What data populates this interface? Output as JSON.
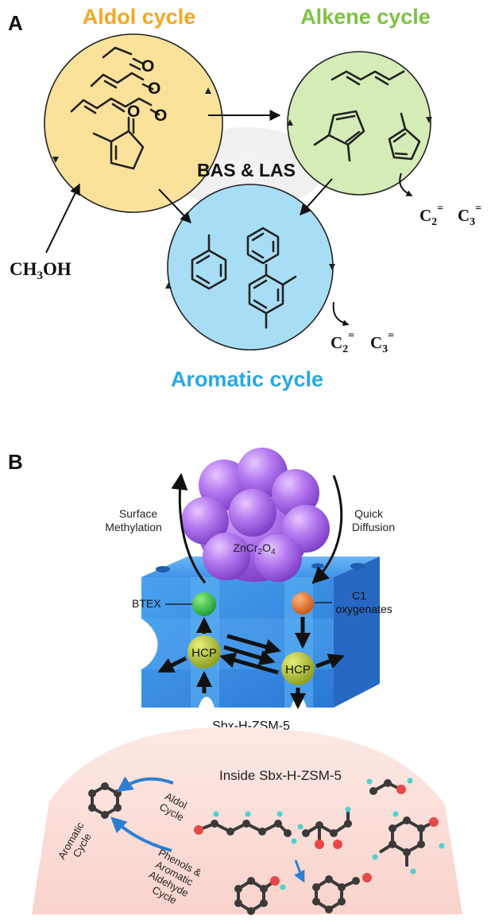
{
  "panel_a": {
    "panel_label": "A",
    "aldol_title": "Aldol cycle",
    "alkene_title": "Alkene cycle",
    "aromatic_title": "Aromatic cycle",
    "center_label": "BAS & LAS",
    "feed_label": "CH3OH",
    "product_c2": "C2=",
    "product_c3": "C3=",
    "carbonyl_o": "O",
    "colors": {
      "aldol": "#f5a623",
      "alkene": "#7dc242",
      "aromatic": "#29a8e0",
      "aldol_fill": "#fbe29a",
      "alkene_fill": "#d6ecb6",
      "aromatic_fill": "#a8def5"
    }
  },
  "panel_b": {
    "panel_label": "B",
    "particle_label": "ZnCr2O4",
    "surface_methylation": [
      "Surface",
      "Methylation"
    ],
    "quick_diffusion": [
      "Quick",
      "Diffusion"
    ],
    "btex": "BTEX",
    "c1_oxygenates": [
      "C1",
      "oxygenates"
    ],
    "hcp": "HCP",
    "zeolite_label": "Sbx-H-ZSM-5",
    "inside_title": "Inside Sbx-H-ZSM-5",
    "aldol_cycle": [
      "Aldol",
      "Cycle"
    ],
    "aromatic_cycle": [
      "Aromatic",
      "Cycle"
    ],
    "phenols_cycle": [
      "Phenols &",
      "Aromatic",
      "Aldehyde",
      "Cycle"
    ],
    "colors": {
      "particle": "#a75fe0",
      "zeolite": "#3b8fe6",
      "btex_ball": "#2db84a",
      "c1_ball": "#e0772c",
      "hcp_ball": "#b8c93a",
      "band": "#fbe1dc",
      "carbon": "#3a3a3a",
      "oxygen": "#e8484a",
      "hydrogen": "#4fd0cf"
    }
  }
}
